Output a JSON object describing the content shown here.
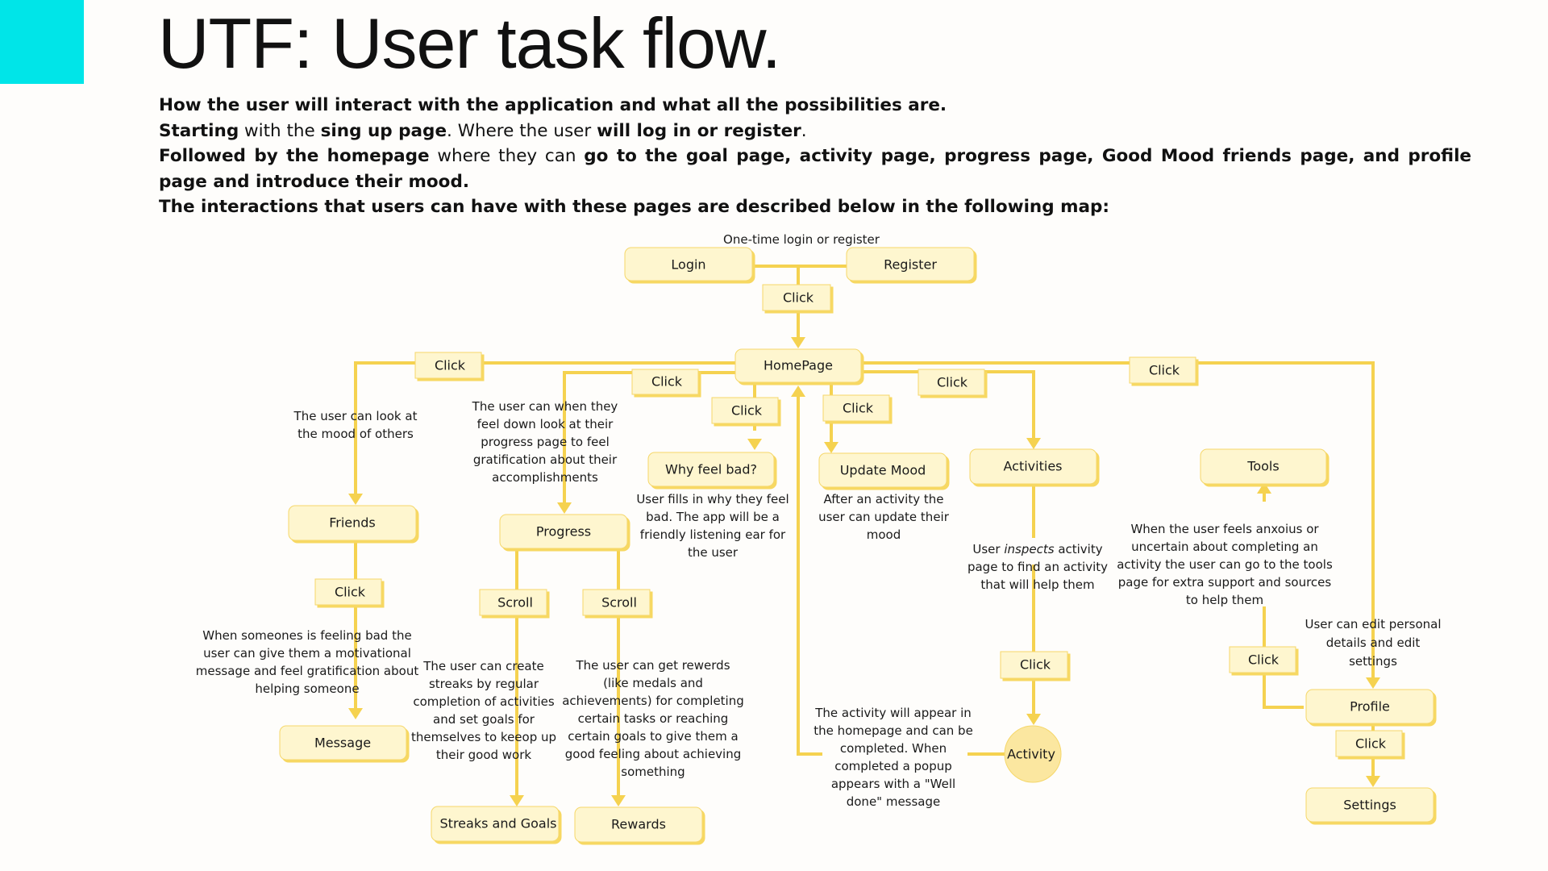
{
  "title": "UTF: User task flow.",
  "intro": {
    "line1": "How the user will interact with the application and what all the possibilities are.",
    "line2": [
      {
        "t": "Starting",
        "b": true
      },
      {
        "t": " with the ",
        "b": false
      },
      {
        "t": "sing up page",
        "b": true
      },
      {
        "t": ". Where the user ",
        "b": false
      },
      {
        "t": "will log in or register",
        "b": true
      },
      {
        "t": ".",
        "b": false
      }
    ],
    "line3": [
      {
        "t": "Followed by the homepage",
        "b": true
      },
      {
        "t": " where they can ",
        "b": false
      },
      {
        "t": "go to the goal page, activity page, progress page, Good Mood friends page, and profile page and introduce their mood.",
        "b": true
      }
    ],
    "line4": "The interactions that users can have with these pages are described below in the following map:"
  },
  "diagram": {
    "top_note": "One-time login or register",
    "nodes": {
      "login": "Login",
      "register": "Register",
      "homepage": "HomePage",
      "friends": "Friends",
      "message": "Message",
      "progress": "Progress",
      "streaks": "Streaks and Goals",
      "rewards": "Rewards",
      "whyfeel": "Why feel bad?",
      "updatemood": "Update Mood",
      "activities": "Activities",
      "activity": "Activity",
      "tools": "Tools",
      "profile": "Profile",
      "settings": "Settings"
    },
    "labels": {
      "click": "Click",
      "scroll": "Scroll"
    },
    "notes": {
      "friends_note": [
        "The user can look at",
        "the mood of others"
      ],
      "progress_note": [
        "The user can when they",
        "feel down look at their",
        "progress page to feel",
        "gratification about their",
        "accomplishments"
      ],
      "message_note": [
        "When someones is feeling bad the",
        "user can give them a motivational",
        "message and feel gratification about",
        "helping someone"
      ],
      "streaks_note": [
        "The user can create",
        "streaks by regular",
        "completion of activities",
        "and set goals for",
        "themselves to keeop up",
        "their good work"
      ],
      "rewards_note": [
        "The user can get rewerds",
        "(like medals and",
        "achievements) for completing",
        "certain tasks or reaching",
        "certain goals to give them a",
        "good feeling about achieving",
        "something"
      ],
      "whyfeel_note": [
        "User fills in why they feel",
        "bad. The app will be a",
        "friendly listening ear for",
        "the user"
      ],
      "mood_note": [
        "After an activity the",
        "user can update their",
        "mood"
      ],
      "activities_note_pre": "User ",
      "activities_note_em": "inspects",
      "activities_note_post": " activity",
      "activities_note_rest": [
        "page to find an activity",
        "that will help them"
      ],
      "activity_note": [
        "The activity will appear in",
        "the homepage and can be",
        "completed. When",
        "completed a popup",
        "appears with a \"Well",
        "done\" message"
      ],
      "tools_note": [
        "When the user feels anxoius or",
        "uncertain about completing an",
        "activity the user can go to the tools",
        "page for extra support and sources",
        "to help them"
      ],
      "profile_note": [
        "User can edit personal",
        "details and edit",
        "settings"
      ]
    }
  },
  "colors": {
    "accent": "#00e5e8",
    "node_fill": "#fef6cf",
    "node_shadow": "#f7d862",
    "connector": "#f5d250"
  }
}
